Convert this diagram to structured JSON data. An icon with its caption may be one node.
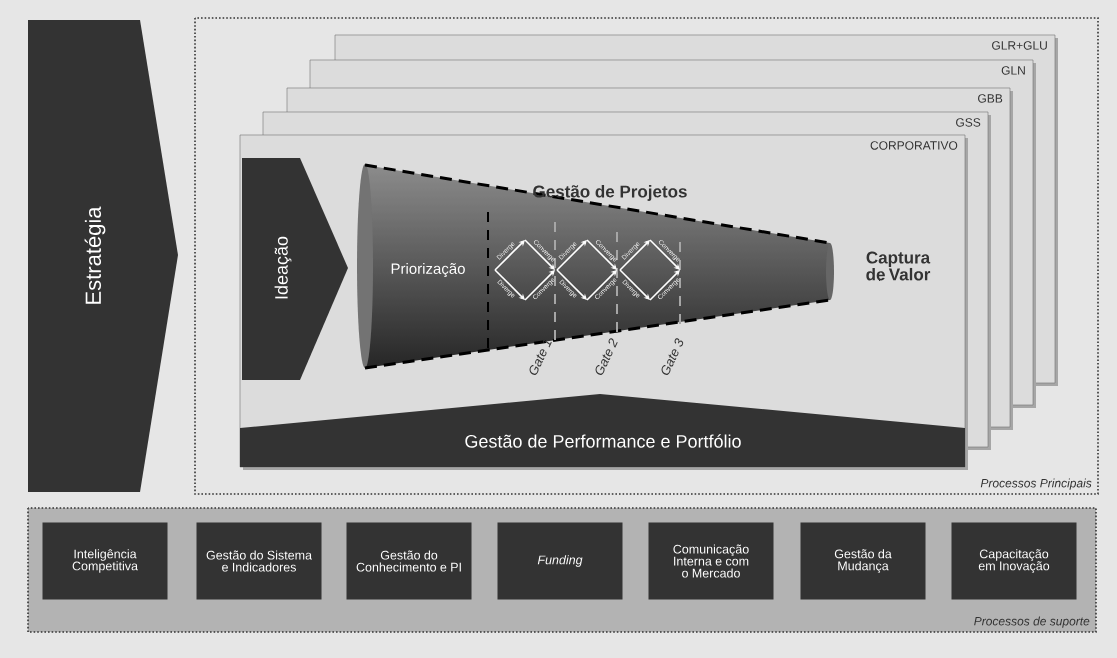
{
  "diagram": {
    "nodes": [
      {
        "text": [
          "Estratégia"
        ]
      },
      {
        "text": [
          "Processos Principais"
        ]
      },
      {
        "text": [
          "GLR+GLU"
        ],
        "in": 1
      },
      {
        "text": [
          "GLN"
        ],
        "in": 1
      },
      {
        "text": [
          "GBB"
        ],
        "in": 1
      },
      {
        "text": [
          "GSS"
        ],
        "in": 1
      },
      {
        "text": [
          "CORPORATIVO"
        ],
        "in": 1
      },
      {
        "text": [
          "Ideação"
        ],
        "in": 6
      },
      {
        "text": [
          "Gestão de Projetos",
          "Priorização"
        ]
      },
      {
        "text": [
          "Captura de Valor"
        ]
      },
      {
        "text": [
          "Gestão de Performance e Portfólio"
        ],
        "in": 6
      },
      {
        "text": [
          "Processos de suporte"
        ]
      },
      {
        "text": [
          "Inteligência Competitiva"
        ],
        "in": 11
      },
      {
        "text": [
          "Gestão do Sistema e Indicadores"
        ],
        "in": 11
      },
      {
        "text": [
          "Gestão do Conhecimento e PI"
        ],
        "in": 11
      },
      {
        "text": [
          "Funding"
        ],
        "in": 11
      },
      {
        "text": [
          "Comunicação Interna e com o Mercado"
        ],
        "in": 11
      },
      {
        "text": [
          "Gestão da Mudança"
        ],
        "in": 11
      },
      {
        "text": [
          "Capacitação em Inovação"
        ],
        "in": 11
      }
    ],
    "edges": [],
    "labels": [
      "Diverge",
      "Converge",
      "Diverge",
      "Converge",
      "Diverge",
      "Converge",
      "Diverge",
      "Converge",
      "Diverge",
      "Converge",
      "Diverge",
      "Converge",
      "Gate 1",
      "Gate 2",
      "Gate 3"
    ]
  }
}
